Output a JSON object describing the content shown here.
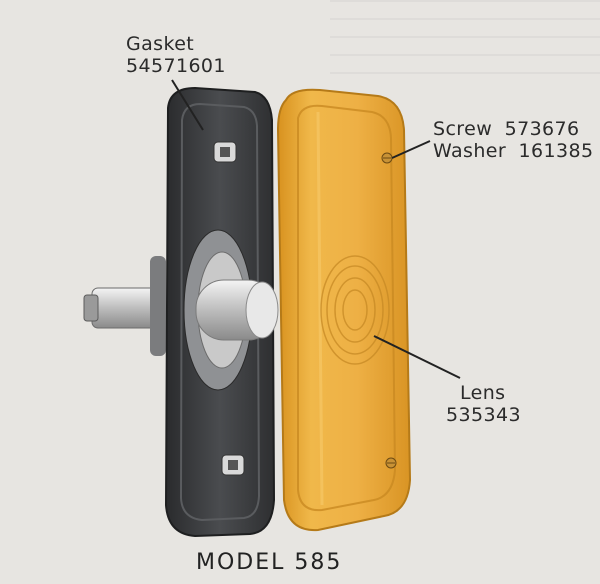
{
  "labels": {
    "gasket": {
      "name": "Gasket",
      "part": "54571601"
    },
    "screw": {
      "name": "Screw",
      "part": "573676"
    },
    "washer": {
      "name": "Washer",
      "part": "161385"
    },
    "lens": {
      "name": "Lens",
      "part": "535343"
    }
  },
  "caption": "MODEL 585",
  "colors": {
    "lens": "#e9ad3a",
    "gasket": "#3f4143",
    "background": "#e7e5e1"
  }
}
